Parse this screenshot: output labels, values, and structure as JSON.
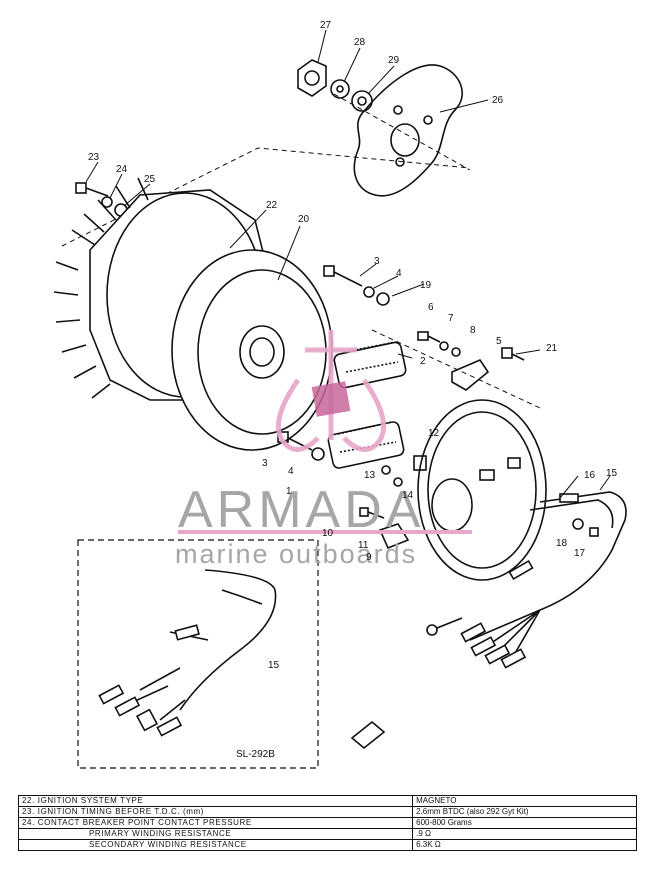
{
  "diagram": {
    "callouts": [
      "27",
      "28",
      "29",
      "26",
      "23",
      "24",
      "25",
      "22",
      "20",
      "3",
      "4",
      "19",
      "6",
      "7",
      "8",
      "5",
      "21",
      "2",
      "3",
      "4",
      "12",
      "13",
      "14",
      "1",
      "16",
      "15",
      "10",
      "11",
      "9",
      "18",
      "17",
      "15"
    ],
    "inset_label": "SL-292B",
    "watermark": {
      "brand": "ARMADA",
      "tagline": "marine outboards"
    }
  },
  "spec_table": {
    "rows": [
      {
        "label": "22.  IGNITION SYSTEM TYPE",
        "value": "MAGNETO"
      },
      {
        "label": "23.  IGNITION TIMING BEFORE T.D.C. (mm)",
        "value": "2.6mm BTDC (also 292 Gyt Kit)"
      },
      {
        "label": "24.  CONTACT BREAKER POINT CONTACT PRESSURE",
        "value": "600-800 Grams"
      },
      {
        "label": "PRIMARY WINDING RESISTANCE",
        "value": ".9 Ω"
      },
      {
        "label": "SECONDARY WINDING RESISTANCE",
        "value": "6.3K Ω"
      }
    ]
  }
}
